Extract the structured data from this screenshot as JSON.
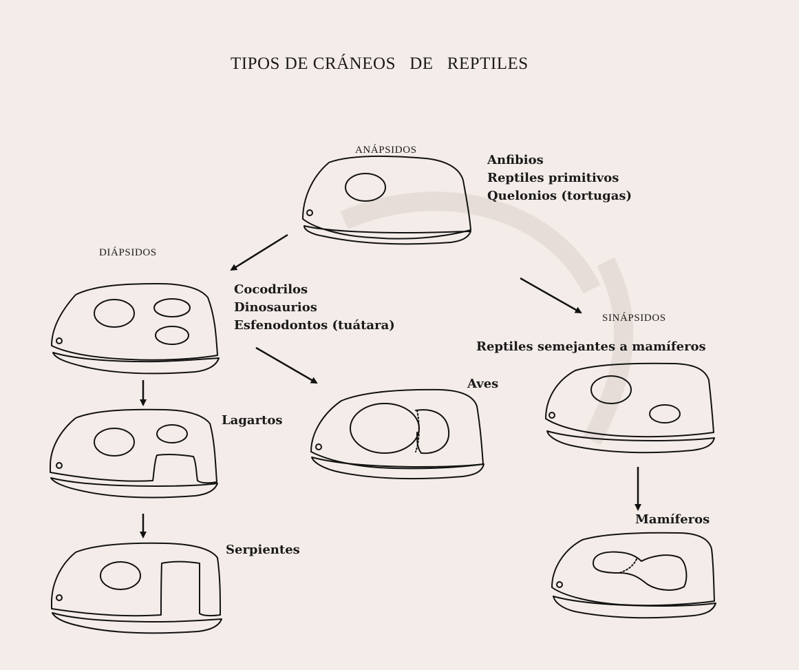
{
  "title": "TIPOS DE CRÁNEOS   DE   REPTILES",
  "groups": {
    "anapsidos": {
      "label": "ANÁPSIDOS",
      "examples": [
        "Anfibios",
        "Reptiles primitivos",
        "Quelonios (tortugas)"
      ]
    },
    "diapsidos": {
      "label": "DIÁPSIDOS",
      "examples": [
        "Cocodrilos",
        "Dinosaurios",
        "Esfenodontos (tuátara)"
      ]
    },
    "sinapsidos": {
      "label": "SINÁPSIDOS",
      "examples": [
        "Reptiles semejantes a mamíferos"
      ]
    }
  },
  "derived": {
    "lagartos": "Lagartos",
    "serpientes": "Serpientes",
    "aves": "Aves",
    "mamiferos": "Mamíferos"
  },
  "colors": {
    "paper": "#f3ece8",
    "ink": "#111111"
  }
}
